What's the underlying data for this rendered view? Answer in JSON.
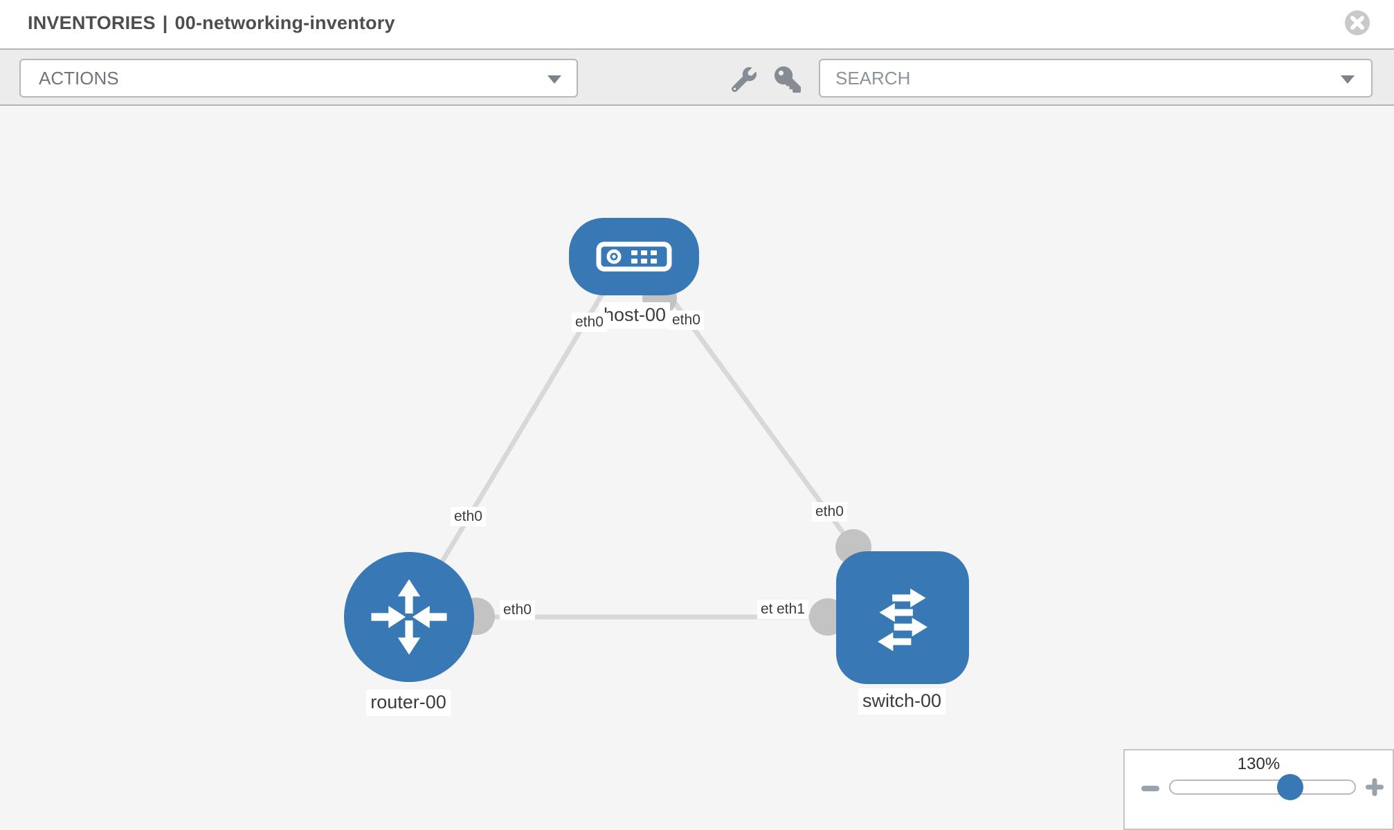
{
  "window": {
    "title_section": "INVENTORIES",
    "title_separator": "|",
    "title_name": "00-networking-inventory"
  },
  "toolbar": {
    "actions_label": "ACTIONS",
    "search_placeholder": "SEARCH",
    "icons": {
      "tools": [
        "wrench-icon",
        "key-icon"
      ],
      "dropdowns": "chevron-down-icon",
      "window": "close-icon"
    }
  },
  "topology": {
    "nodes": [
      {
        "id": "host-00",
        "label": "host-00",
        "type": "host",
        "shape": "rounded-rectangle",
        "color": "#3879b5"
      },
      {
        "id": "router-00",
        "label": "router-00",
        "type": "router",
        "shape": "circle",
        "color": "#3879b5"
      },
      {
        "id": "switch-00",
        "label": "switch-00",
        "type": "switch",
        "shape": "rounded-square",
        "color": "#3879b5"
      }
    ],
    "links": [
      {
        "source": "host-00",
        "source_interface": "eth0",
        "target": "router-00",
        "target_interface": "eth0"
      },
      {
        "source": "host-00",
        "source_interface": "eth0",
        "target": "switch-00",
        "target_interface": "eth0"
      },
      {
        "source": "router-00",
        "source_interface": "eth0",
        "target": "switch-00",
        "target_interface": "eth1"
      }
    ],
    "interface_labels": [
      {
        "text": "eth0"
      },
      {
        "text": "eth0"
      },
      {
        "text": "eth0"
      },
      {
        "text": "eth0"
      },
      {
        "text": "eth0"
      },
      {
        "text": "eth0"
      },
      {
        "text": "eth1"
      }
    ]
  },
  "zoom_control": {
    "level": "130%",
    "icons": {
      "zoom_out": "minus-icon",
      "zoom_in": "plus-icon"
    }
  },
  "colors": {
    "node_fill": "#3879b5",
    "link": "#d8d8d8",
    "endpoint": "#c3c3c3",
    "canvas_bg": "#f5f5f5",
    "toolbar_bg": "#ececec",
    "border": "#b7b7b7",
    "label_text": "#3c3c3c",
    "icon_gray": "#868c94"
  }
}
